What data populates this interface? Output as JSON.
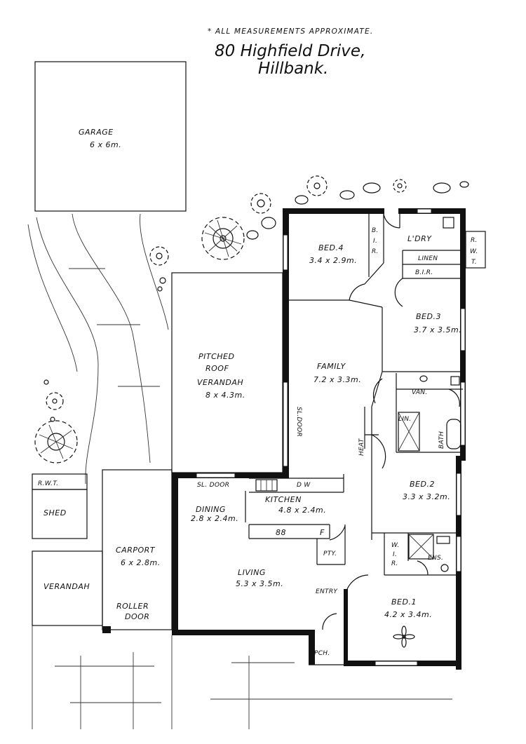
{
  "header": {
    "note": "* ALL MEASUREMENTS APPROXIMATE.",
    "address_line1": "80 Highfield Drive,",
    "address_line2": "Hillbank."
  },
  "rooms": {
    "garage": {
      "name": "GARAGE",
      "size": "6 x 6m."
    },
    "verandah_pitched": {
      "line1": "PITCHED",
      "line2": "ROOF",
      "line3": "VERANDAH",
      "size": "8 x 4.3m."
    },
    "bed4": {
      "name": "BED.4",
      "size": "3.4 x 2.9m."
    },
    "bir_top": {
      "line1": "B.",
      "line2": "I.",
      "line3": "R."
    },
    "ldry": {
      "name": "L'DRY"
    },
    "linen": {
      "name": "LINEN"
    },
    "bir_side": {
      "name": "B.I.R."
    },
    "rwt_house": {
      "line1": "R.",
      "line2": "W.",
      "line3": "T."
    },
    "bed3": {
      "name": "BED.3",
      "size": "3.7 x 3.5m."
    },
    "family": {
      "name": "FAMILY",
      "size": "7.2 x 3.3m."
    },
    "sl_door_family": {
      "name": "SL.DOOR"
    },
    "van": {
      "name": "VAN."
    },
    "lin": {
      "name": "LIN."
    },
    "bath": {
      "name": "BATH"
    },
    "heat": {
      "name": "HEAT"
    },
    "sl_door_dining": {
      "name": "SL. DOOR"
    },
    "dw": {
      "name": "D W"
    },
    "kitchen": {
      "name": "KITCHEN",
      "size": "4.8 x 2.4m."
    },
    "dining": {
      "name": "DINING",
      "size": "2.8 x 2.4m."
    },
    "cooktop": {
      "name": "88"
    },
    "fridge": {
      "name": "F"
    },
    "pty": {
      "name": "PTY."
    },
    "bed2": {
      "name": "BED.2",
      "size": "3.3 x 3.2m."
    },
    "wir": {
      "line1": "W.",
      "line2": "I.",
      "line3": "R."
    },
    "ens": {
      "name": "ENS."
    },
    "living": {
      "name": "LIVING",
      "size": "5.3 x 3.5m."
    },
    "entry": {
      "name": "ENTRY"
    },
    "bed1": {
      "name": "BED.1",
      "size": "4.2 x 3.4m."
    },
    "pch": {
      "name": "PCH."
    },
    "rwt_shed": {
      "name": "R.W.T."
    },
    "shed": {
      "name": "SHED"
    },
    "carport": {
      "name": "CARPORT",
      "size": "6 x 2.8m."
    },
    "roller_door": {
      "line1": "ROLLER",
      "line2": "DOOR"
    },
    "verandah_small": {
      "name": "VERANDAH"
    }
  }
}
